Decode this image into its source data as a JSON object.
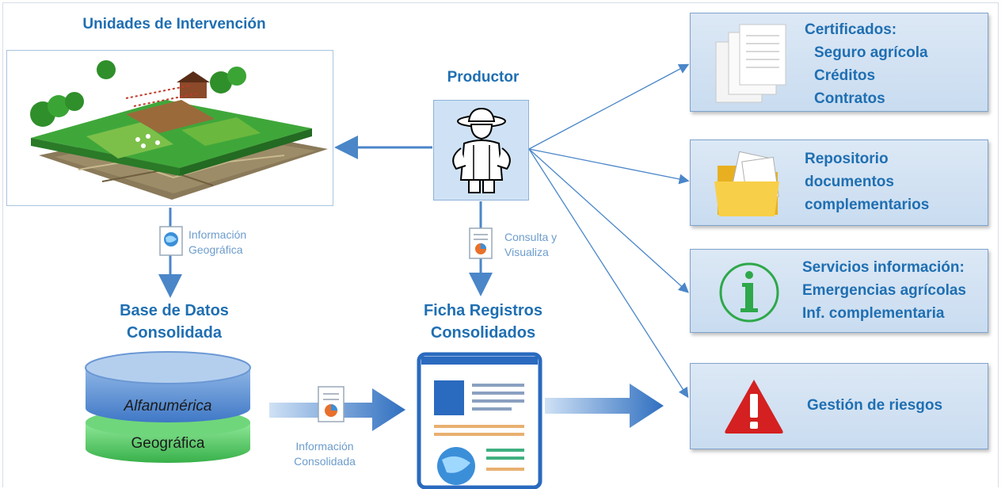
{
  "titles": {
    "unidades": "Unidades de Intervención",
    "productor": "Productor",
    "base_datos": [
      "Base de Datos",
      "Consolidada"
    ],
    "ficha": [
      "Ficha Registros",
      "Consolidados"
    ]
  },
  "flow_labels": {
    "info_geografica": [
      "Información",
      "Geográfica"
    ],
    "consulta": [
      "Consulta y",
      "Visualiza"
    ],
    "info_consolidada": [
      "Información",
      "Consolidada"
    ]
  },
  "database": {
    "top_label": "Alfanumérica",
    "bottom_label": "Geográfica"
  },
  "services": [
    {
      "icon": "documents-icon",
      "lines": [
        "Certificados:",
        "Seguro agrícola",
        "Créditos",
        "Contratos"
      ]
    },
    {
      "icon": "folder-icon",
      "lines": [
        "Repositorio",
        "documentos",
        "complementarios"
      ]
    },
    {
      "icon": "info-icon",
      "lines": [
        "Servicios información:",
        "Emergencias agrícolas",
        "Inf. complementaria"
      ]
    },
    {
      "icon": "warning-icon",
      "lines": [
        "Gestión de riesgos"
      ]
    }
  ],
  "colors": {
    "title_blue": "#1f6fb2",
    "arrow_blue": "#4a86c8",
    "box_fill": "#d4e4f4",
    "db_blue": "#5a8fd0",
    "db_green": "#5ccc6a",
    "warning_red": "#d42020",
    "info_green": "#2ea84a"
  }
}
